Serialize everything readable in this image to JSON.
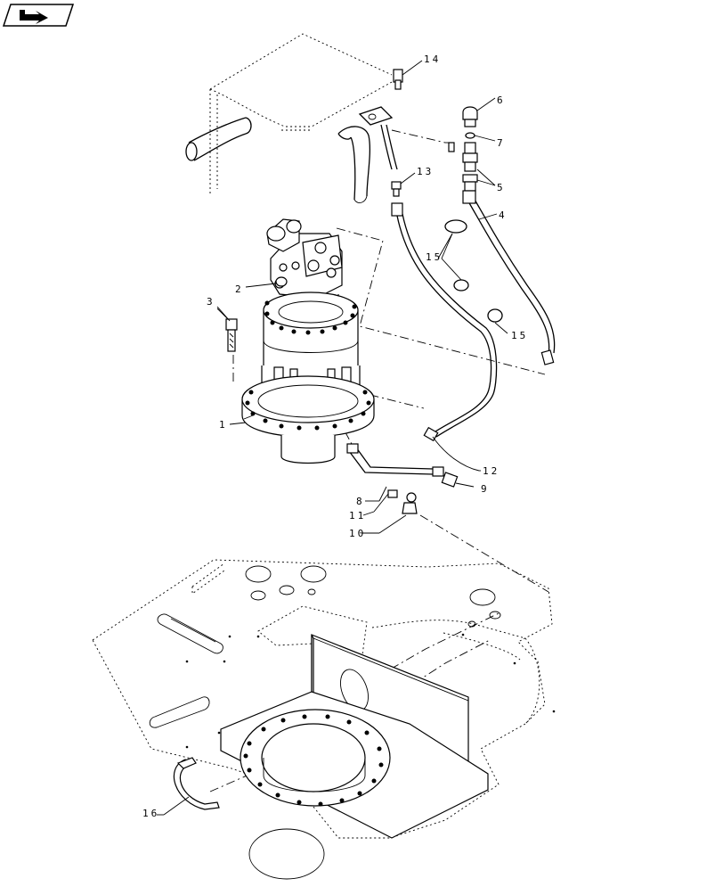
{
  "callouts": [
    {
      "id": "c1",
      "label": "1"
    },
    {
      "id": "c2",
      "label": "2"
    },
    {
      "id": "c3",
      "label": "3"
    },
    {
      "id": "c4",
      "label": "4"
    },
    {
      "id": "c5",
      "label": "5"
    },
    {
      "id": "c6",
      "label": "6"
    },
    {
      "id": "c7",
      "label": "7"
    },
    {
      "id": "c8",
      "label": "8"
    },
    {
      "id": "c9",
      "label": "9"
    },
    {
      "id": "c10",
      "label": "10"
    },
    {
      "id": "c11",
      "label": "11"
    },
    {
      "id": "c12",
      "label": "12"
    },
    {
      "id": "c13",
      "label": "13"
    },
    {
      "id": "c14",
      "label": "14"
    },
    {
      "id": "c15a",
      "label": "15"
    },
    {
      "id": "c15b",
      "label": "15"
    },
    {
      "id": "c16",
      "label": "16"
    }
  ],
  "nav": {
    "icon": "forward-arrow-icon"
  }
}
